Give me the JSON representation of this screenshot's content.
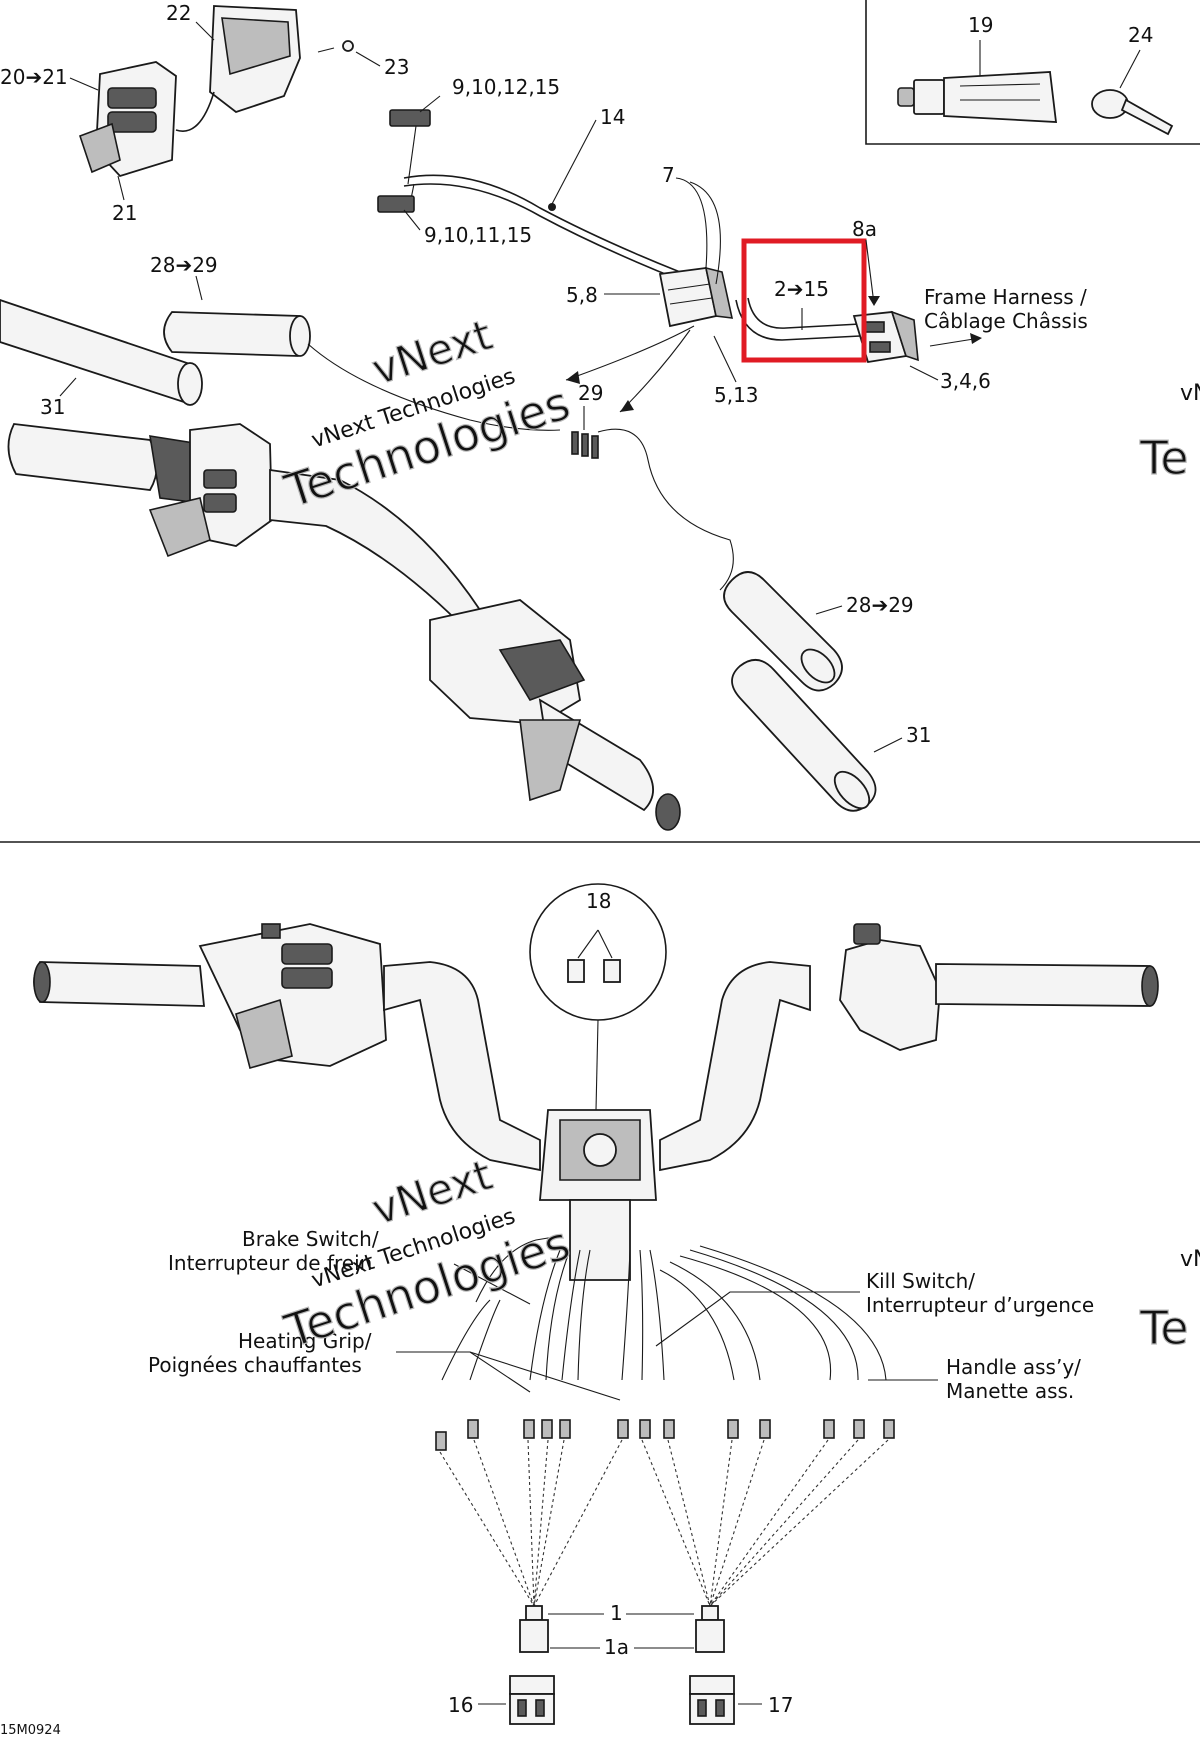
{
  "diagram": {
    "callouts": {
      "c22": "22",
      "c23": "23",
      "c20_21": "20➔21",
      "c21": "21",
      "c9_10_12_15": "9,10,12,15",
      "c14": "14",
      "c9_10_11_15": "9,10,11,15",
      "c7": "7",
      "c8a": "8a",
      "c2_15": "2➔15",
      "c5_8": "5,8",
      "c5_13": "5,13",
      "c3_4_6": "3,4,6",
      "c28_29_top": "28➔29",
      "c31_top": "31",
      "c29": "29",
      "c28_29_bottom": "28➔29",
      "c31_bottom": "31",
      "c19": "19",
      "c24": "24",
      "c18": "18",
      "c1": "1",
      "c1a": "1a",
      "c16": "16",
      "c17": "17",
      "drawing_code": "15M0924"
    },
    "labels": {
      "frame_harness_line1": "Frame Harness /",
      "frame_harness_line2": "Câblage Châssis",
      "brake_switch_line1": "Brake Switch/",
      "brake_switch_line2": "Interrupteur de frein",
      "heating_grip_line1": "Heating Grip/",
      "heating_grip_line2": "Poignées chauffantes",
      "kill_switch_line1": "Kill Switch/",
      "kill_switch_line2": "Interrupteur d’urgence",
      "handle_assy_line1": "Handle ass’y/",
      "handle_assy_line2": "Manette ass."
    },
    "watermark": {
      "line1": "vNext",
      "line2": "vNext Technologies",
      "line3": "Technologies",
      "edge1": "vN",
      "edge2": "Te"
    },
    "colors": {
      "highlight": "#e01b24",
      "line": "#1a1a1a",
      "watermark": "#b8b8b8"
    }
  }
}
